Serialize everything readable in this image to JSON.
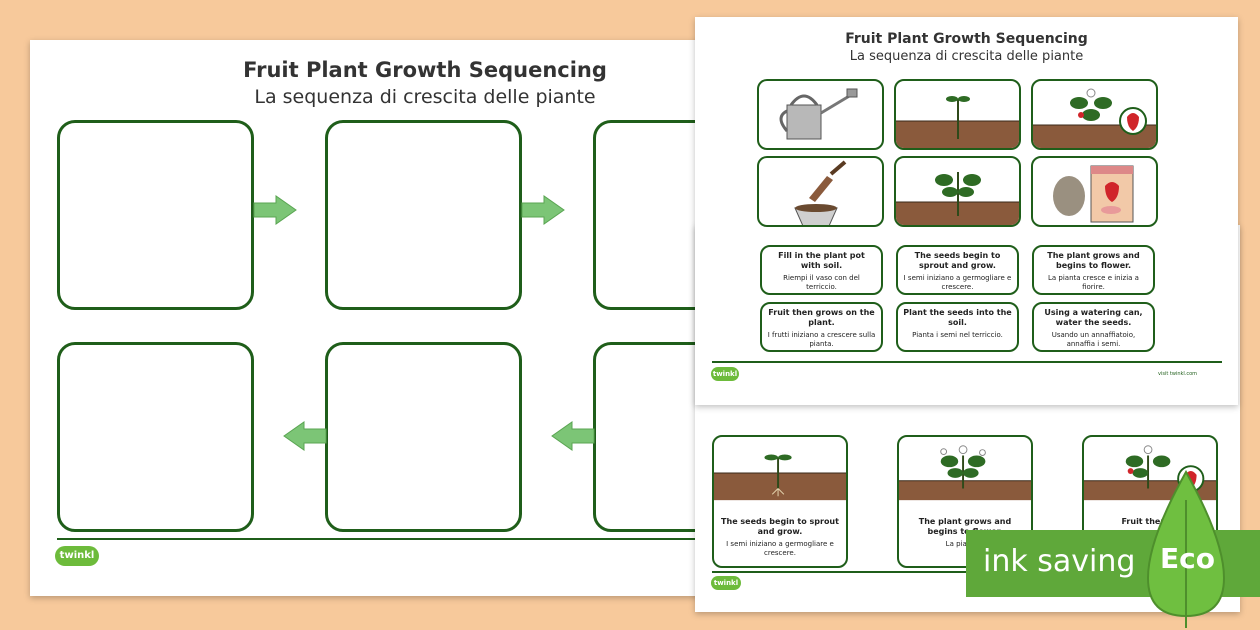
{
  "sheet_main": {
    "title_en": "Fruit Plant Growth Sequencing",
    "title_it": "La sequenza di crescita delle piante",
    "logo": "twinkl"
  },
  "sheet_preview": {
    "title_en": "Fruit Plant Growth Sequencing",
    "title_it": "La sequenza di crescita delle piante",
    "picture_cards": [
      "watering-can",
      "sprout-in-soil",
      "flowering-strawberry-plant",
      "trowel-and-pot",
      "leafy-plant-in-soil",
      "seed-packet"
    ],
    "text_cards": [
      {
        "en": "Fill in the plant pot with soil.",
        "it": "Riempi il vaso con del terriccio."
      },
      {
        "en": "The seeds begin to sprout and grow.",
        "it": "I semi iniziano a germogliare e crescere."
      },
      {
        "en": "The plant grows and begins to flower.",
        "it": "La pianta cresce e inizia a fiorire."
      },
      {
        "en": "Fruit then grows on the plant.",
        "it": "I frutti iniziano a crescere sulla pianta."
      },
      {
        "en": "Plant the seeds into the soil.",
        "it": "Pianta i semi nel terriccio."
      },
      {
        "en": "Using a watering can, water the seeds.",
        "it": "Usando un annaffiatoio, annaffia i semi."
      }
    ],
    "logo": "twinkl",
    "site": "visit twinkl.com"
  },
  "sheet_cards": {
    "cards": [
      {
        "en": "The seeds begin to sprout and grow.",
        "it": "I semi iniziano a germogliare e crescere."
      },
      {
        "en": "The plant grows and begins to flower.",
        "it": "La pianta c"
      },
      {
        "en": "Fruit then gr",
        "it": ""
      }
    ],
    "logo": "twinkl"
  },
  "badge": {
    "text": "ink saving",
    "eco": "Eco"
  },
  "colors": {
    "border_green": "#1f5e1a",
    "arrow_green": "#7cc576",
    "badge_green": "#5fa83a",
    "background": "#f7c99b"
  }
}
